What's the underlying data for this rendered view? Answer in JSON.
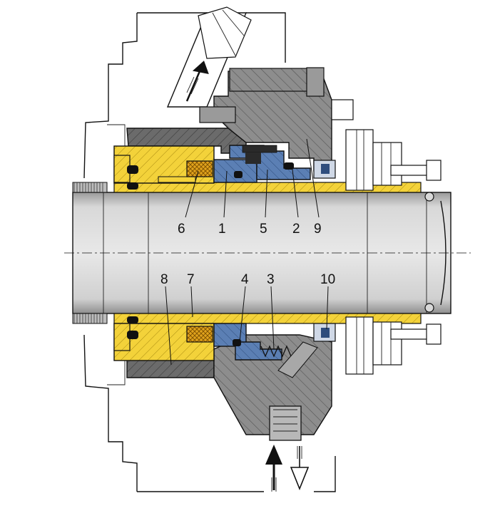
{
  "diagram": {
    "type": "mechanical-seal-cross-section",
    "colors": {
      "shaft": "#c9c9c9",
      "sleeve_yellow": "#f3d23a",
      "ring_blue": "#5b7fb4",
      "packing_orange": "#e0a21c",
      "housing_dark": "#6b6b6b",
      "housing_mid": "#8c8c8c",
      "outline": "#111111"
    },
    "labels_top": [
      "6",
      "1",
      "5",
      "2",
      "9"
    ],
    "labels_bottom": [
      "8",
      "7",
      "4",
      "3",
      "10"
    ],
    "flow_arrows": [
      {
        "name": "outlet-arrow",
        "direction": "out"
      },
      {
        "name": "inlet-arrow",
        "direction": "in"
      },
      {
        "name": "return-arrow",
        "direction": "out"
      }
    ]
  }
}
